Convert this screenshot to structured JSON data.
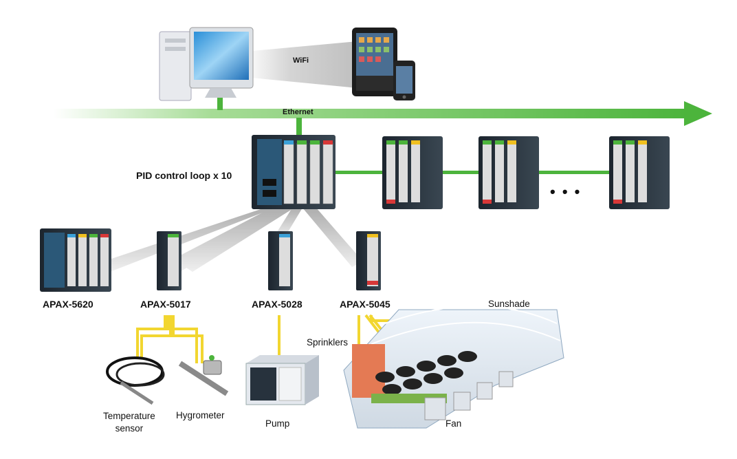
{
  "diagram": {
    "network": {
      "wifi_label": "WiFi",
      "ethernet_label": "Ethernet"
    },
    "controller": {
      "label": "PID control loop x 10"
    },
    "modules": [
      {
        "label": "APAX-5620"
      },
      {
        "label": "APAX-5017"
      },
      {
        "label": "APAX-5028"
      },
      {
        "label": "APAX-5045"
      }
    ],
    "devices": {
      "temperature_sensor": "Temperature\nsensor",
      "hygrometer": "Hygrometer",
      "pump": "Pump",
      "sprinklers": "Sprinklers",
      "sunshade": "Sunshade",
      "fan": "Fan"
    },
    "continuation_dots": "• • •",
    "colors": {
      "ethernet": "#5cbf48",
      "signal_wire": "#f2d630",
      "beam": "#c8c8c8",
      "module_body": "#2f3a44"
    }
  }
}
